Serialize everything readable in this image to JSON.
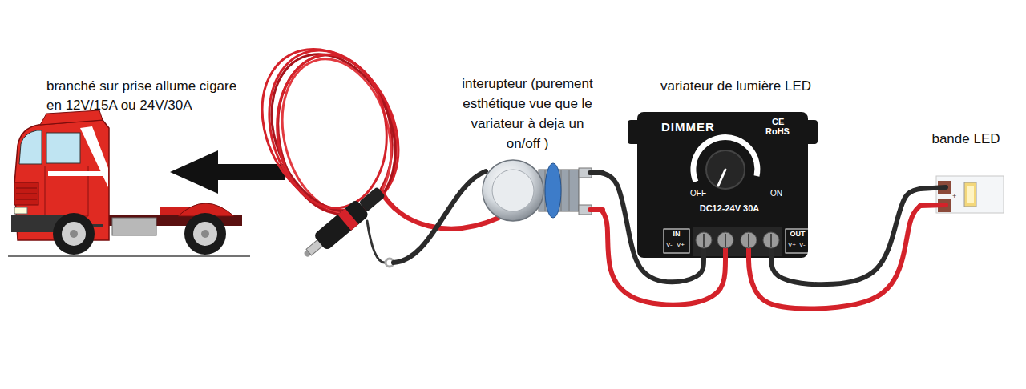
{
  "diagram": {
    "nodes": [
      {
        "text": [
          "branché sur prise allume cigare en 12V/15A ou 24V/30A"
        ]
      },
      {
        "text": [
          "interupteur (purement esthétique vue que le variateur à deja un on/off )"
        ]
      },
      {
        "text": [
          "variateur de lumière LED",
          "DIMMER",
          "CE",
          "RoHS",
          "OFF",
          "ON",
          "DC12-24V 30A"
        ]
      },
      {
        "text": [
          "IN",
          "V-",
          "V+"
        ],
        "in": 2
      },
      {
        "text": [
          "OUT",
          "V+",
          "V-"
        ],
        "in": 2
      },
      {
        "text": [
          "bande LED",
          "-",
          "+"
        ]
      }
    ],
    "edges": [
      {
        "from": 1,
        "to": 3,
        "arrow": "none"
      },
      {
        "from": 4,
        "to": 5,
        "arrow": "none"
      }
    ]
  }
}
